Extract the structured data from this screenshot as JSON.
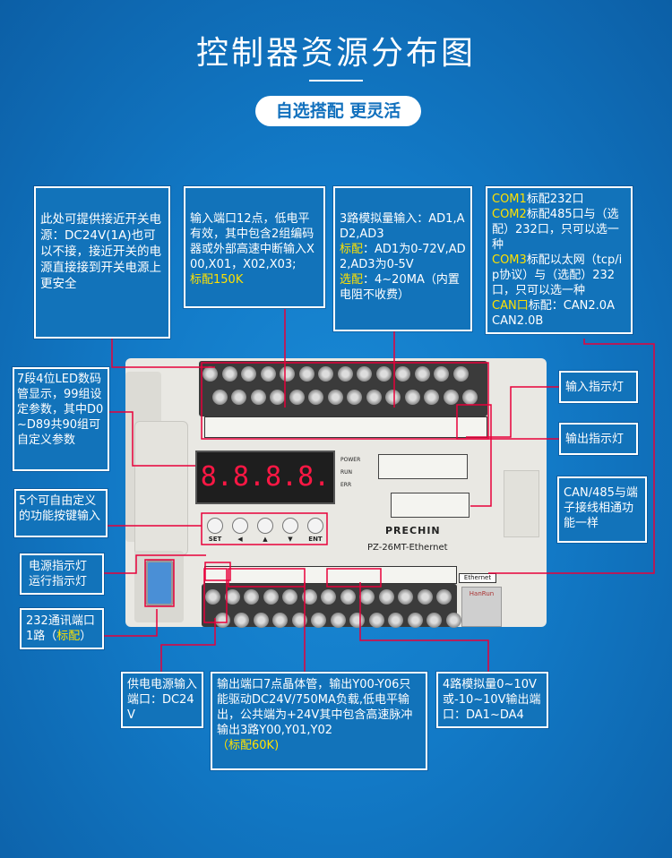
{
  "header": {
    "title": "控制器资源分布图",
    "subtitle": "自选搭配 更灵活"
  },
  "callouts": {
    "proximity": "此处可提供接近开关电源：DC24V(1A)也可以不接，接近开关的电源直接接到开关电源上更安全",
    "input_ports": {
      "text": "输入端口12点，低电平有效，其中包含2组编码器或外部高速中断输入X00,X01，X02,X03;",
      "std": "标配150K"
    },
    "analog_in": {
      "line1": "3路模拟量输入：AD1,AD2,AD3",
      "std_label": "标配",
      "std_text": "：AD1为0-72V,AD2,AD3为0-5V",
      "opt_label": "选配",
      "opt_text": "：4~20MA（内置电阻不收费）"
    },
    "com": {
      "com1": "COM1",
      "com1_text": "标配232口",
      "com2": "COM2",
      "com2_text": "标配485口与（选配）232口，只可以选一种",
      "com3": "COM3",
      "com3_text": "标配以太网（tcp/ip协议）与（选配）232口，只可以选一种",
      "can": "CAN口",
      "can_text": "标配：CAN2.0A CAN2.0B"
    },
    "led": "7段4位LED数码管显示，99组设定参数，其中D0~D89共90组可自定义参数",
    "keys": "5个可自由定义的功能按键输入",
    "power_run": "电源指示灯运行指示灯",
    "rs232": {
      "text": "232通讯端口1路（",
      "std": "标配",
      "end": "）"
    },
    "input_led": "输入指示灯",
    "output_led": "输出指示灯",
    "can485": "CAN/485与端子接线相通功能一样",
    "power_in": "供电电源输入端口：DC24V",
    "output_ports": {
      "text": "输出端口7点晶体管，输出Y00-Y06只能驱动DC24V/750MA负载,低电平输出，公共端为+24V其中包含高速脉冲输出3路Y00,Y01,Y02",
      "std": "（标配60K)"
    },
    "analog_out": "4路模拟量0~10V或-10~10V输出端口：DA1~DA4"
  },
  "device": {
    "brand": "PRECHIN",
    "model": "PZ-26MT-Ethernet",
    "display": "8.8.8.8.",
    "buttons": [
      "SET",
      "◀",
      "▲",
      "▼",
      "ENT"
    ],
    "status": [
      "POWER",
      "RUN",
      "ERR"
    ],
    "ethernet": "Ethernet",
    "sticker": "HanRun"
  },
  "colors": {
    "line": "#e8003a",
    "highlight": "#ffe100"
  }
}
